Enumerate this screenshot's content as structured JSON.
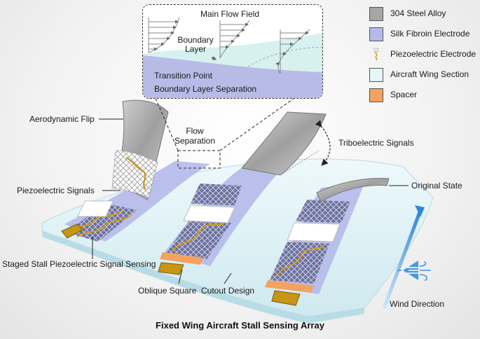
{
  "inset": {
    "main_flow": "Main Flow Field",
    "boundary_layer": "Boundary Layer",
    "transition_point": "Transition Point",
    "separation": "Boundary Layer Separation"
  },
  "legend": [
    {
      "label": "304 Steel Alloy",
      "color": "#a6a6a6"
    },
    {
      "label": "Silk Fibroin Electrode",
      "color": "#b5b9ea"
    },
    {
      "label": "Piezoelectric Electrode",
      "color": "#e8d9b8"
    },
    {
      "label": "Aircraft Wing Section",
      "color": "#e6f5f8"
    },
    {
      "label": "Spacer",
      "color": "#f4a261"
    }
  ],
  "labels": {
    "aerodynamic_flip": "Aerodynamic Flip",
    "flow_separation": "Flow Separation",
    "triboelectric": "Triboelectric Signals",
    "piezoelectric_signals": "Piezoelectric Signals",
    "original_state": "Original State",
    "staged_stall": "Staged Stall Piezoelectric Signal Sensing",
    "oblique_square": "Oblique Square",
    "cutout_design": "Cutout Design",
    "wind_direction": "Wind Direction"
  },
  "caption": "Fixed Wing Aircraft Stall Sensing Array"
}
